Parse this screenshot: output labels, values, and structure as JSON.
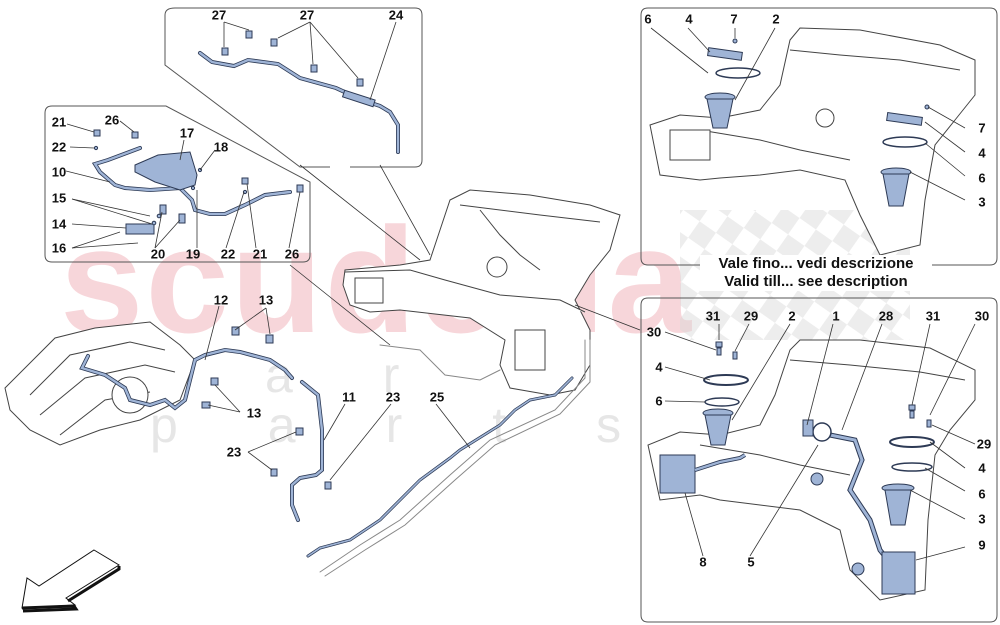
{
  "watermark": {
    "main": "scuderia",
    "sub": "car parts"
  },
  "colors": {
    "part_highlight": "#9fb4d6",
    "part_stroke": "#2d3a55",
    "line_art": "#333333",
    "watermark_red": "#f2b6bd",
    "frame": "#555555"
  },
  "icons": {
    "direction_arrow": "arrow-down-left-icon"
  },
  "panels": {
    "top_center_vent_line": {
      "callouts": [
        "27",
        "27",
        "24"
      ]
    },
    "left_hose_kit": {
      "callouts": [
        "21",
        "26",
        "17",
        "18",
        "22",
        "10",
        "15",
        "14",
        "16",
        "20",
        "19",
        "22",
        "21",
        "26"
      ]
    },
    "top_right_tank": {
      "callouts": [
        "6",
        "4",
        "7",
        "2",
        "7",
        "4",
        "6",
        "3"
      ],
      "note_line1": "Vale fino... vedi descrizione",
      "note_line2": "Valid till... see description"
    },
    "bottom_right_tank": {
      "callouts": [
        "31",
        "29",
        "2",
        "1",
        "28",
        "31",
        "30",
        "30",
        "4",
        "6",
        "29",
        "4",
        "6",
        "3",
        "9",
        "8",
        "5"
      ]
    }
  },
  "main_callouts": {
    "c12": "12",
    "c13a": "13",
    "c13b": "13",
    "c11": "11",
    "c23a": "23",
    "c23b": "23",
    "c25": "25"
  },
  "labels": {
    "p1_27a": "27",
    "p1_27b": "27",
    "p1_24": "24",
    "p2_21a": "21",
    "p2_26a": "26",
    "p2_17": "17",
    "p2_18": "18",
    "p2_22a": "22",
    "p2_10": "10",
    "p2_15": "15",
    "p2_14": "14",
    "p2_16": "16",
    "p2_20": "20",
    "p2_19": "19",
    "p2_22b": "22",
    "p2_21b": "21",
    "p2_26b": "26",
    "p3_6a": "6",
    "p3_4a": "4",
    "p3_7a": "7",
    "p3_2": "2",
    "p3_7b": "7",
    "p3_4b": "4",
    "p3_6b": "6",
    "p3_3": "3",
    "p4_30a": "30",
    "p4_31a": "31",
    "p4_29a": "29",
    "p4_2": "2",
    "p4_1": "1",
    "p4_28": "28",
    "p4_31b": "31",
    "p4_30b": "30",
    "p4_4a": "4",
    "p4_6a": "6",
    "p4_29b": "29",
    "p4_4b": "4",
    "p4_6b": "6",
    "p4_3": "3",
    "p4_9": "9",
    "p4_8": "8",
    "p4_5": "5"
  }
}
